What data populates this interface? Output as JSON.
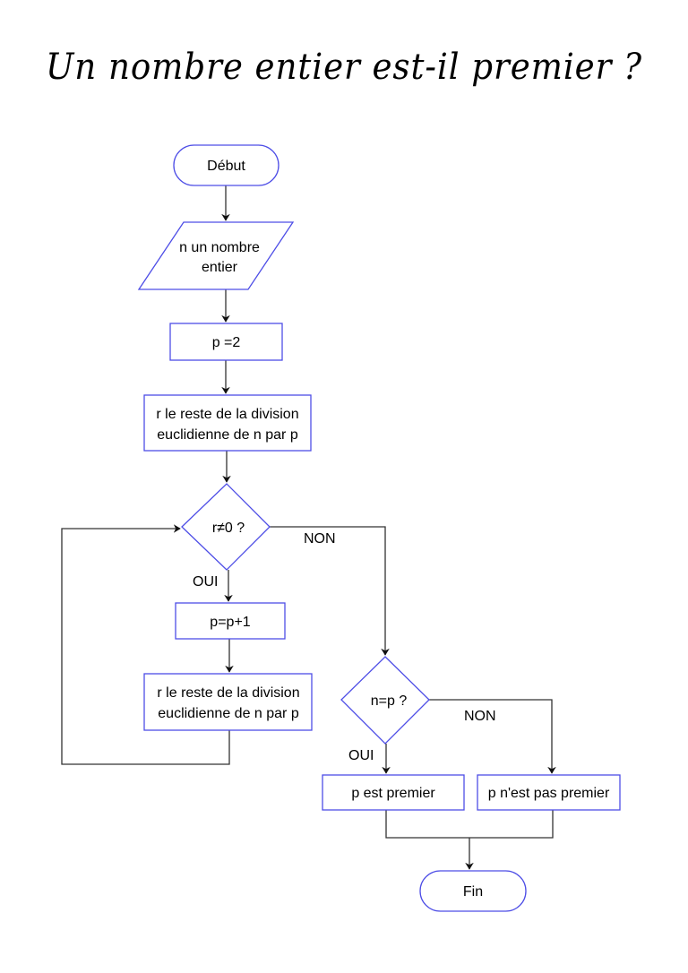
{
  "title": "Un nombre entier est-il premier ?",
  "colors": {
    "shape_stroke": "#4d4de6",
    "edge_stroke": "#333333",
    "text": "#000000",
    "background": "#ffffff"
  },
  "nodes": {
    "start": {
      "type": "terminal",
      "label": "Début"
    },
    "input": {
      "type": "input",
      "line1": "n un nombre",
      "line2": "entier"
    },
    "init_p": {
      "type": "process",
      "label": "p =2"
    },
    "remainder1": {
      "type": "process",
      "line1": "r le reste de la division",
      "line2": "euclidienne de n par p"
    },
    "decision_r": {
      "type": "decision",
      "label": "r≠0 ?"
    },
    "increment": {
      "type": "process",
      "label": "p=p+1"
    },
    "remainder2": {
      "type": "process",
      "line1": "r le reste de la division",
      "line2": "euclidienne de n par p"
    },
    "decision_np": {
      "type": "decision",
      "label": "n=p ?"
    },
    "is_prime": {
      "type": "process",
      "label": "p est premier"
    },
    "not_prime": {
      "type": "process",
      "label": "p n'est pas premier"
    },
    "end": {
      "type": "terminal",
      "label": "Fin"
    }
  },
  "edge_labels": {
    "r_yes": "OUI",
    "r_no": "NON",
    "np_yes": "OUI",
    "np_no": "NON"
  }
}
